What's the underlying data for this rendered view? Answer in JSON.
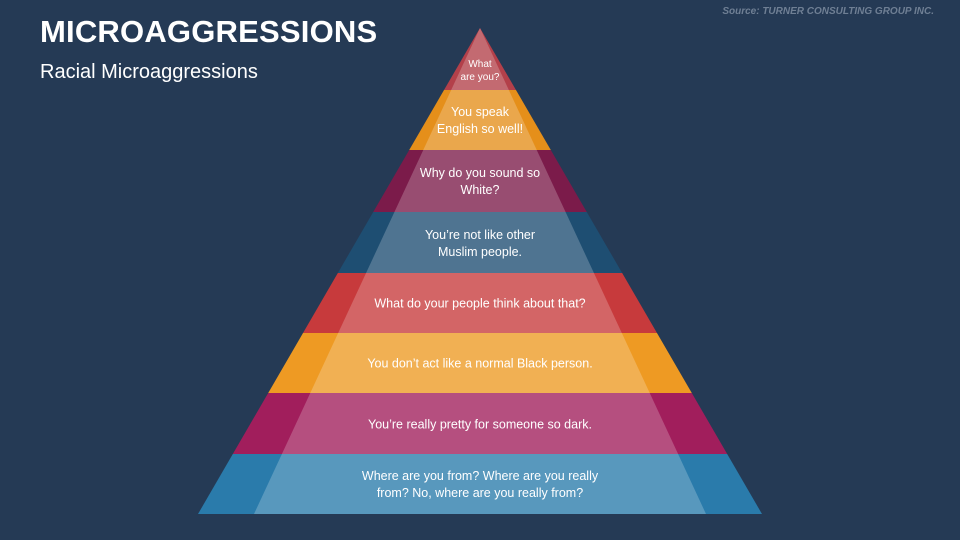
{
  "header": {
    "title": "MICROAGGRESSIONS",
    "subtitle": "Racial Microaggressions",
    "source": "Source: TURNER CONSULTING GROUP INC."
  },
  "pyramid": {
    "levels": [
      {
        "text": "What\nare you?",
        "color": "#b3404a"
      },
      {
        "text": "You speak\nEnglish so well!",
        "color": "#e58f1a"
      },
      {
        "text": "Why do you sound so\nWhite?",
        "color": "#7b1b4a"
      },
      {
        "text": "You’re not like other\nMuslim people.",
        "color": "#1e4e72"
      },
      {
        "text": "What do your people think about that?",
        "color": "#c73a3c"
      },
      {
        "text": "You don’t act like a normal Black person.",
        "color": "#ee9a23"
      },
      {
        "text": "You’re really pretty for someone so dark.",
        "color": "#a11e5c"
      },
      {
        "text": "Where are you from? Where are you really\nfrom? No, where are you really from?",
        "color": "#2a7bab"
      }
    ],
    "overlay_color": "#ffffff"
  }
}
